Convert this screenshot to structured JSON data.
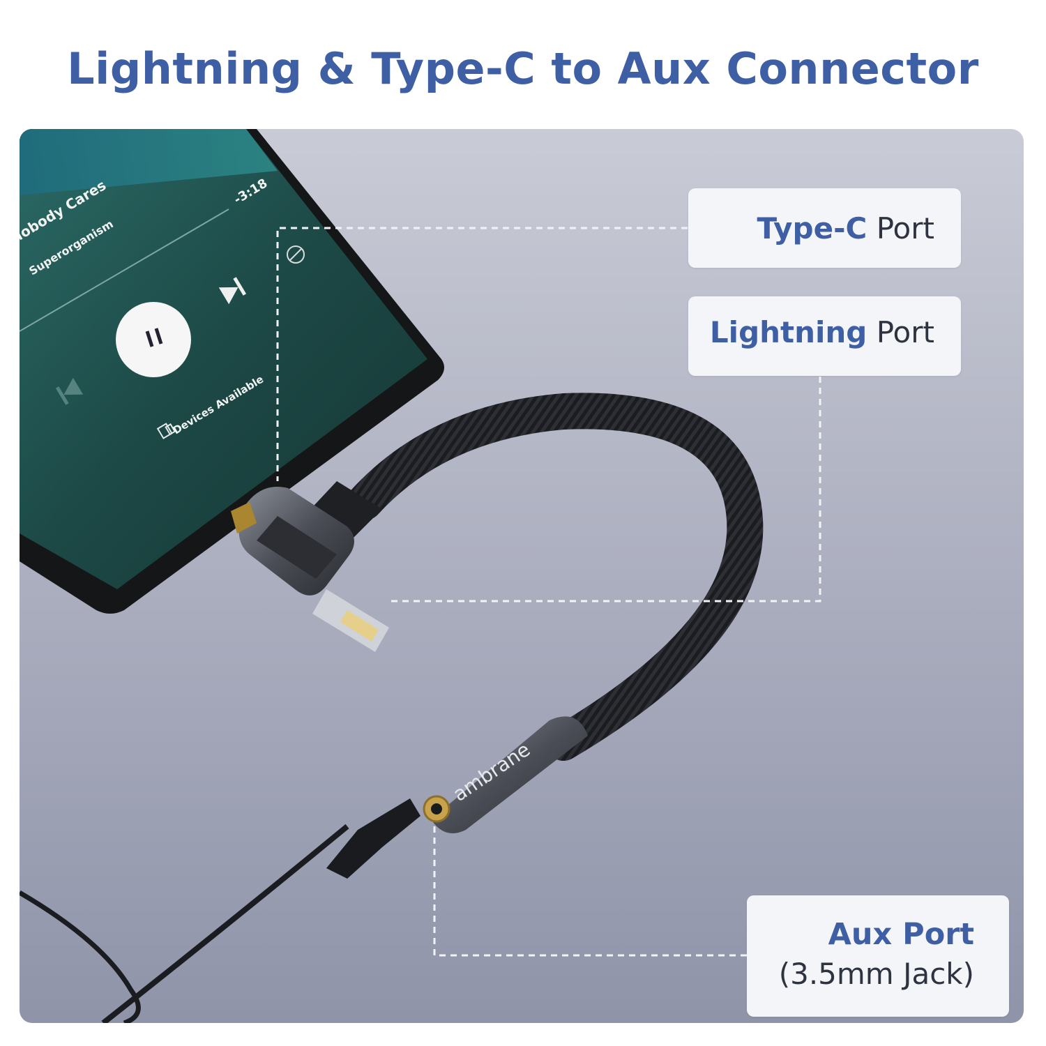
{
  "title": "Lightning & Type-C to Aux Connector",
  "labels": {
    "typec": {
      "highlight": "Type-C",
      "rest": " Port"
    },
    "lightning": {
      "highlight": "Lightning",
      "rest": " Port"
    },
    "aux": {
      "highlight": "Aux Port",
      "rest": "(3.5mm Jack)"
    }
  },
  "phone_screen": {
    "song": "lobody Cares",
    "artist": "Superorganism",
    "time_remaining": "-3:18",
    "devices": "Devices Available"
  },
  "brand": "ambrane",
  "colors": {
    "accent": "#3e5fa3",
    "background_panel": "#b4b7c7",
    "phone_screen": "#1f4a47"
  },
  "icons": [
    "pause-icon",
    "next-track-icon",
    "previous-track-icon",
    "devices-icon",
    "no-entry-icon",
    "ambrane-logo-icon"
  ]
}
